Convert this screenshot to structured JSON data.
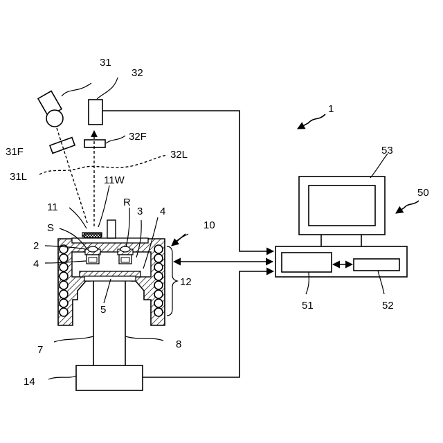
{
  "labels": {
    "l1": "1",
    "l2": "2",
    "l3": "3",
    "l4a": "4",
    "l4b": "4",
    "l5": "5",
    "l7": "7",
    "l8": "8",
    "l10": "10",
    "l11": "11",
    "l11w": "11W",
    "l12": "12",
    "l14": "14",
    "l31": "31",
    "l31f": "31F",
    "l31l": "31L",
    "l32": "32",
    "l32f": "32F",
    "l32l": "32L",
    "l50": "50",
    "l51": "51",
    "l52": "52",
    "l53": "53",
    "lR": "R",
    "lS": "S"
  }
}
